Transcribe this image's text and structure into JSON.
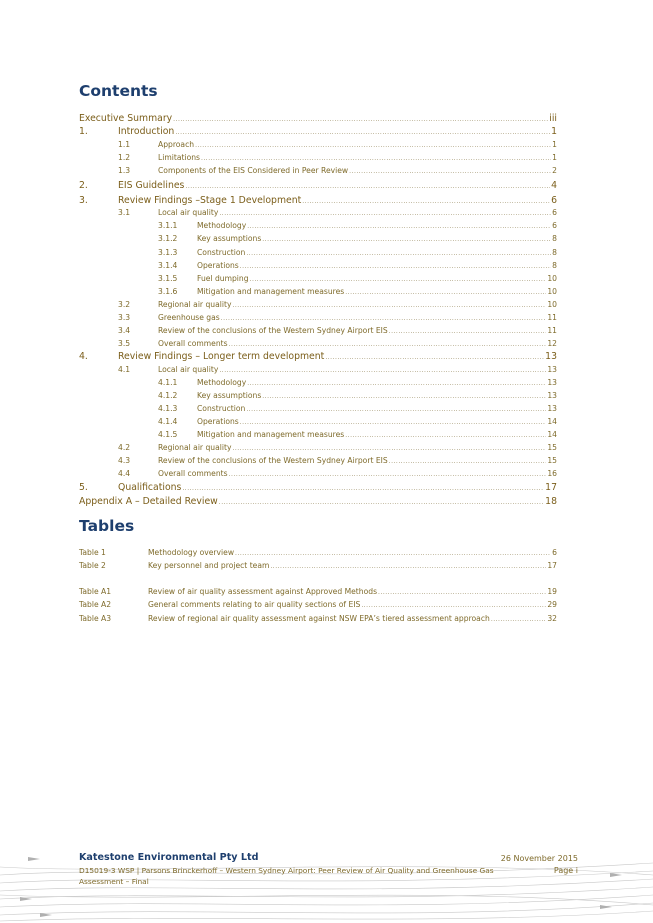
{
  "contents_heading": "Contents",
  "toc": [
    {
      "num": "",
      "text": "Executive Summary",
      "page": "iii",
      "level": 1
    },
    {
      "num": "1.",
      "text": "Introduction",
      "page": "1",
      "level": 1
    },
    {
      "num": "1.1",
      "text": "Approach",
      "page": "1",
      "level": 2
    },
    {
      "num": "1.2",
      "text": "Limitations",
      "page": "1",
      "level": 2
    },
    {
      "num": "1.3",
      "text": "Components of the EIS Considered in Peer Review",
      "page": "2",
      "level": 2
    },
    {
      "num": "2.",
      "text": "EIS Guidelines",
      "page": "4",
      "level": 1
    },
    {
      "num": "3.",
      "text": "Review Findings –Stage 1 Development",
      "page": "6",
      "level": 1
    },
    {
      "num": "3.1",
      "text": "Local air quality",
      "page": "6",
      "level": 2
    },
    {
      "num": "3.1.1",
      "text": "Methodology",
      "page": "6",
      "level": 3
    },
    {
      "num": "3.1.2",
      "text": "Key assumptions",
      "page": "8",
      "level": 3
    },
    {
      "num": "3.1.3",
      "text": "Construction",
      "page": "8",
      "level": 3
    },
    {
      "num": "3.1.4",
      "text": "Operations",
      "page": "8",
      "level": 3
    },
    {
      "num": "3.1.5",
      "text": "Fuel dumping",
      "page": "10",
      "level": 3
    },
    {
      "num": "3.1.6",
      "text": "Mitigation and management measures",
      "page": "10",
      "level": 3
    },
    {
      "num": "3.2",
      "text": "Regional air quality",
      "page": "10",
      "level": 2
    },
    {
      "num": "3.3",
      "text": "Greenhouse gas",
      "page": "11",
      "level": 2
    },
    {
      "num": "3.4",
      "text": "Review of the conclusions of the Western Sydney Airport EIS",
      "page": "11",
      "level": 2
    },
    {
      "num": "3.5",
      "text": "Overall comments",
      "page": "12",
      "level": 2
    },
    {
      "num": "4.",
      "text": "Review Findings – Longer term development",
      "page": "13",
      "level": 1
    },
    {
      "num": "4.1",
      "text": "Local air quality",
      "page": "13",
      "level": 2
    },
    {
      "num": "4.1.1",
      "text": "Methodology",
      "page": "13",
      "level": 3
    },
    {
      "num": "4.1.2",
      "text": "Key assumptions",
      "page": "13",
      "level": 3
    },
    {
      "num": "4.1.3",
      "text": "Construction",
      "page": "13",
      "level": 3
    },
    {
      "num": "4.1.4",
      "text": "Operations",
      "page": "14",
      "level": 3
    },
    {
      "num": "4.1.5",
      "text": "Mitigation and management measures",
      "page": "14",
      "level": 3
    },
    {
      "num": "4.2",
      "text": "Regional air quality",
      "page": "15",
      "level": 2
    },
    {
      "num": "4.3",
      "text": "Review of the conclusions of the Western Sydney Airport EIS",
      "page": "15",
      "level": 2
    },
    {
      "num": "4.4",
      "text": "Overall comments",
      "page": "16",
      "level": 2
    },
    {
      "num": "5.",
      "text": "Qualifications",
      "page": "17",
      "level": 1
    },
    {
      "num": "",
      "text": "Appendix A – Detailed Review",
      "page": "18",
      "level": 1
    }
  ],
  "tables_heading": "Tables",
  "tables": [
    {
      "num": "Table 1",
      "text": "Methodology overview",
      "page": "6"
    },
    {
      "num": "Table 2",
      "text": "Key personnel and project team",
      "page": "17"
    },
    {
      "num": "Table A1",
      "text": "Review of air quality assessment against Approved Methods",
      "page": "19"
    },
    {
      "num": "Table A2",
      "text": "General comments relating to air quality sections of EIS",
      "page": "29"
    },
    {
      "num": "Table A3",
      "text": "Review of regional air quality assessment against NSW EPA’s tiered assessment approach",
      "page": "32"
    }
  ],
  "footer": {
    "company": "Katestone Environmental Pty Ltd",
    "description": "D15019-3  WSP  |  Parsons Brinckerhoff – Western Sydney Airport: Peer Review of Air Quality and Greenhouse Gas Assessment – Final",
    "date": "26 November 2015",
    "page": "Page i"
  },
  "colors": {
    "heading": "#1e3f6e",
    "text": "#7e6a2a"
  }
}
